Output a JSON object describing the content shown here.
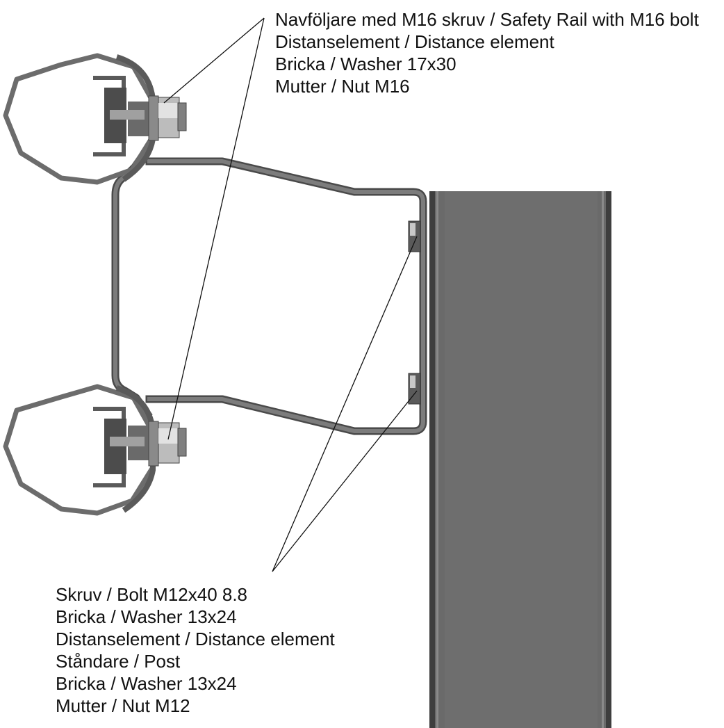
{
  "callouts": {
    "top": [
      "Navföljare med M16 skruv / Safety Rail with M16 bolt",
      "Distanselement / Distance element",
      "Bricka / Washer 17x30",
      "Mutter / Nut M16"
    ],
    "bottom": [
      "Skruv / Bolt M12x40 8.8",
      "Bricka / Washer 13x24",
      "Distanselement / Distance element",
      "Ståndare / Post",
      "Bricka / Washer 13x24",
      "Mutter / Nut M12"
    ]
  },
  "colors": {
    "steel": "#6c6c6c",
    "steel_dark": "#4a4a4a",
    "steel_light": "#9a9a9a",
    "post": "#6a6a6a",
    "post_edge": "#3e3e3e",
    "nut_light": "#d8d8d8",
    "leader_line": "#111111"
  }
}
